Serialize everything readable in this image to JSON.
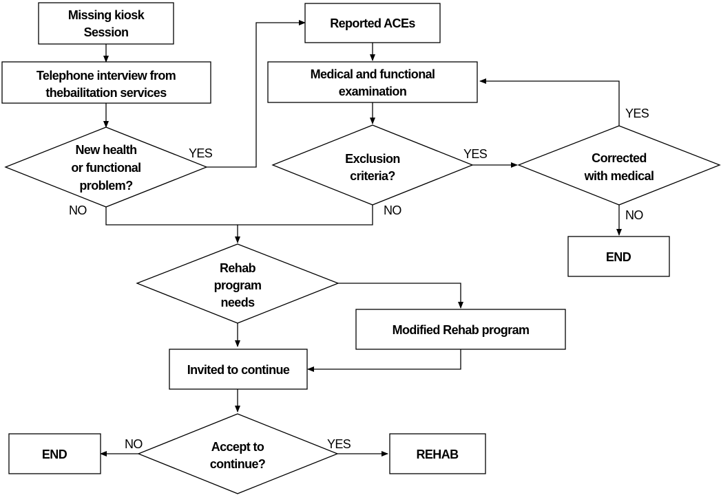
{
  "nodes": {
    "missing_kiosk": [
      "Missing kiosk",
      "Session"
    ],
    "telephone_interview": [
      "Telephone interview from",
      "thebailitation services"
    ],
    "new_health_problem": [
      "New health",
      "or functional",
      "problem?"
    ],
    "reported_aces": [
      "Reported ACEs"
    ],
    "medical_exam": [
      "Medical and functional",
      "examination"
    ],
    "exclusion_criteria": [
      "Exclusion",
      "criteria?"
    ],
    "corrected_medical": [
      "Corrected",
      "with medical"
    ],
    "end_right": [
      "END"
    ],
    "rehab_needs": [
      "Rehab",
      "program",
      "needs"
    ],
    "modified_rehab": [
      "Modified Rehab program"
    ],
    "invited_continue": [
      "Invited to continue"
    ],
    "accept_continue": [
      "Accept to",
      "continue?"
    ],
    "end_left": [
      "END"
    ],
    "rehab": [
      "REHAB"
    ]
  },
  "edge_labels": {
    "new_health_yes": "YES",
    "new_health_no": "NO",
    "exclusion_yes": "YES",
    "exclusion_no": "NO",
    "corrected_yes": "YES",
    "corrected_no": "NO",
    "accept_no": "NO",
    "accept_yes": "YES"
  },
  "colors": {
    "stroke": "#000000",
    "fill": "#ffffff",
    "text": "#000000"
  }
}
